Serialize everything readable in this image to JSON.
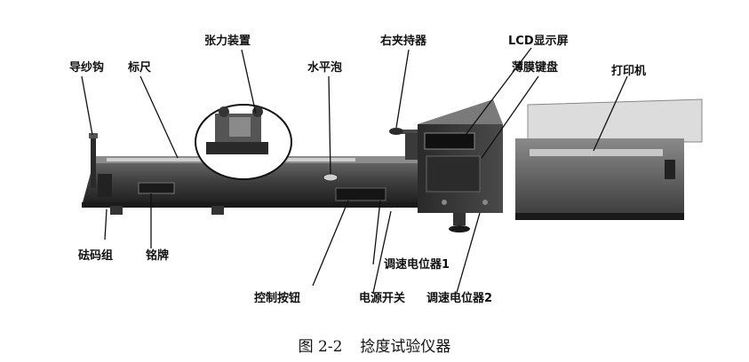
{
  "labels": {
    "guide_hook": "导纱钩",
    "ruler": "标尺",
    "tension_device": "张力装置",
    "spirit_level": "水平泡",
    "right_clamp": "右夹持器",
    "lcd_screen": "LCD显示屏",
    "membrane_keypad": "薄膜键盘",
    "printer": "打印机",
    "weight_set": "砝码组",
    "nameplate": "铭牌",
    "control_buttons": "控制按钮",
    "speed_pot_1": "调速电位器1",
    "power_switch": "电源开关",
    "speed_pot_2": "调速电位器2"
  },
  "caption": {
    "number": "图 2-2",
    "title": "捻度试验仪器"
  }
}
